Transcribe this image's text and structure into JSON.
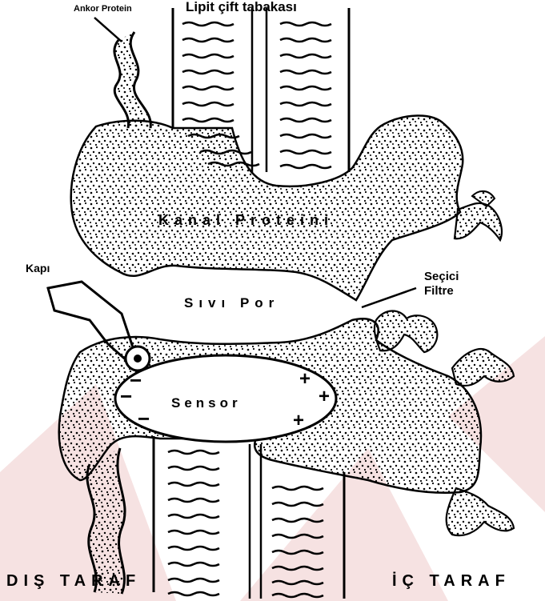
{
  "labels": {
    "anchor_protein": "Ankor Protein",
    "lipid_bilayer": "Lipit çift tabakası",
    "channel_protein": "Kanal Proteini",
    "gate": "Kapı",
    "fluid_pore": "Sıvı Por",
    "selective_filter_line1": "Seçici",
    "selective_filter_line2": "Filtre",
    "sensor": "Sensor",
    "outside": "DIŞ TARAF",
    "inside": "İÇ TARAF"
  },
  "charges": {
    "negative": [
      "−",
      "−",
      "−"
    ],
    "positive": [
      "+",
      "+",
      "+"
    ]
  },
  "colors": {
    "ink": "#000000",
    "paper": "#ffffff",
    "watermark": "#f3dede"
  }
}
